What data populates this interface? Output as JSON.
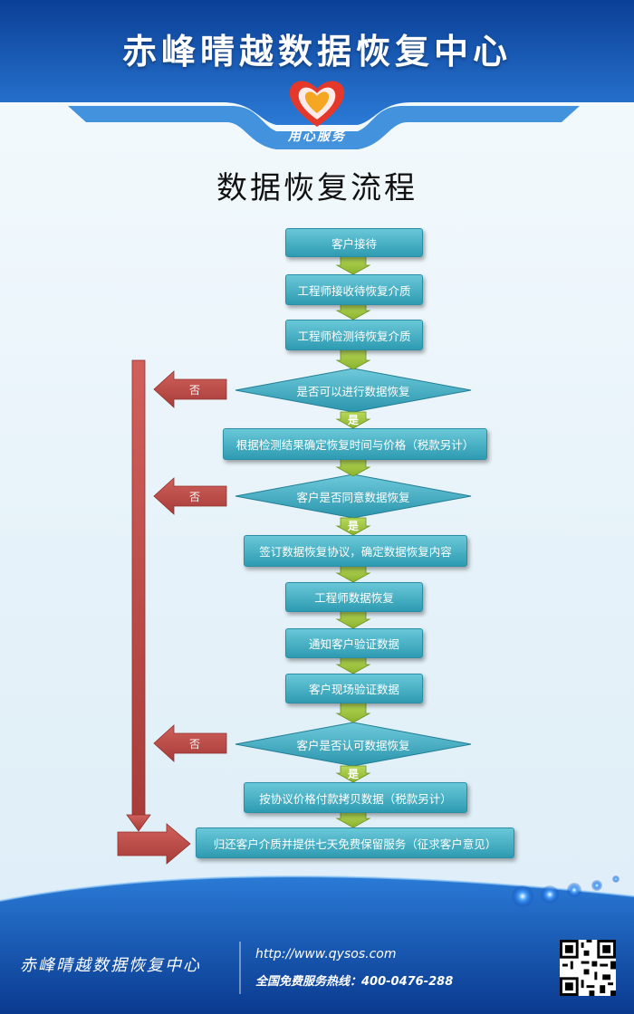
{
  "header": {
    "title": "赤峰晴越数据恢复中心",
    "logo_text": "用心服务"
  },
  "page_title": "数据恢复流程",
  "steps": {
    "s1": "客户接待",
    "s2": "工程师接收待恢复介质",
    "s3": "工程师检测待恢复介质",
    "d1": "是否可以进行数据恢复",
    "s4": "根据检测结果确定恢复时间与价格（税款另计）",
    "d2": "客户是否同意数据恢复",
    "s5": "签订数据恢复协议，确定数据恢复内容",
    "s6": "工程师数据恢复",
    "s7": "通知客户验证数据",
    "s8": "客户现场验证数据",
    "d3": "客户是否认可数据恢复",
    "s9": "按协议价格付款拷贝数据（税款另计）",
    "s10": "归还客户介质并提供七天免费保留服务（征求客户意见）"
  },
  "labels": {
    "yes": "是",
    "no": "否"
  },
  "footer": {
    "name": "赤峰晴越数据恢复中心",
    "url": "http://www.qysos.com",
    "hotline": "全国免费服务热线：400-0476-288"
  },
  "colors": {
    "header_blue": "#1f5fb8",
    "step_teal": "#3aa9bf",
    "arrow_green": "#9cc23f",
    "arrow_red": "#c0504d"
  }
}
